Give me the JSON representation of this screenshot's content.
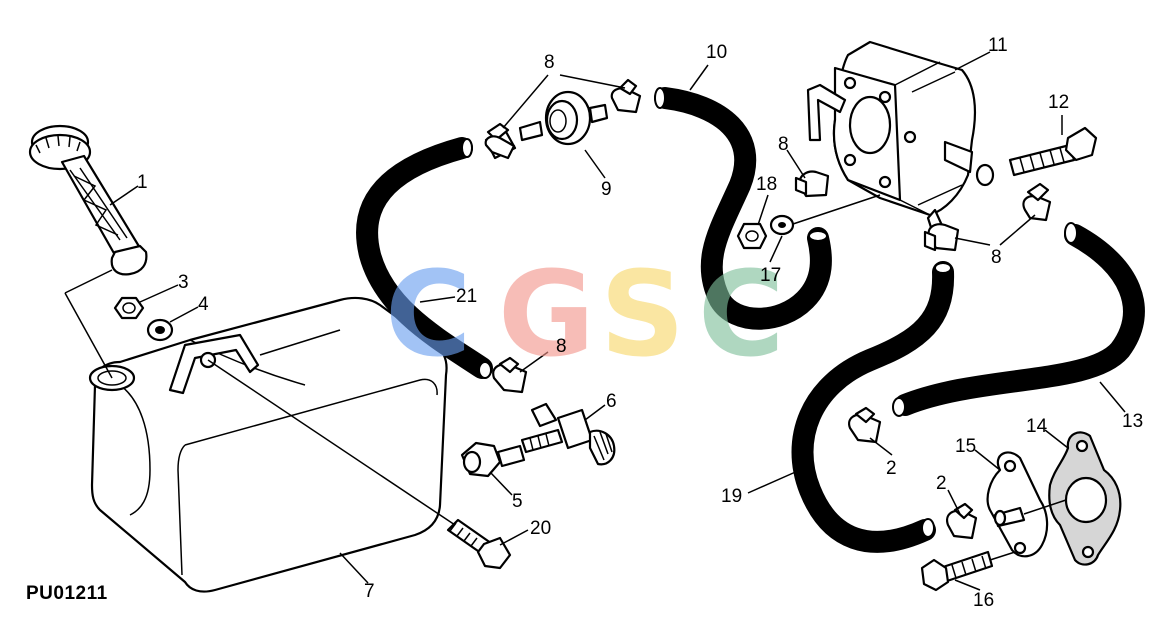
{
  "figure_code": "PU01211",
  "watermark": {
    "letters": [
      "C",
      "G",
      "S",
      "C"
    ],
    "colors": [
      "#6a9ff0",
      "#f3968c",
      "#f7d86a",
      "#7fbf9b"
    ]
  },
  "callouts": {
    "c1": "1",
    "c2a": "2",
    "c2b": "2",
    "c3": "3",
    "c4": "4",
    "c5": "5",
    "c6": "6",
    "c7": "7",
    "c8a": "8",
    "c8b": "8",
    "c8c": "8",
    "c8d": "8",
    "c9": "9",
    "c10": "10",
    "c11": "11",
    "c12": "12",
    "c13": "13",
    "c14": "14",
    "c15": "15",
    "c16": "16",
    "c17": "17",
    "c18": "18",
    "c19": "19",
    "c20": "20",
    "c21": "21"
  }
}
